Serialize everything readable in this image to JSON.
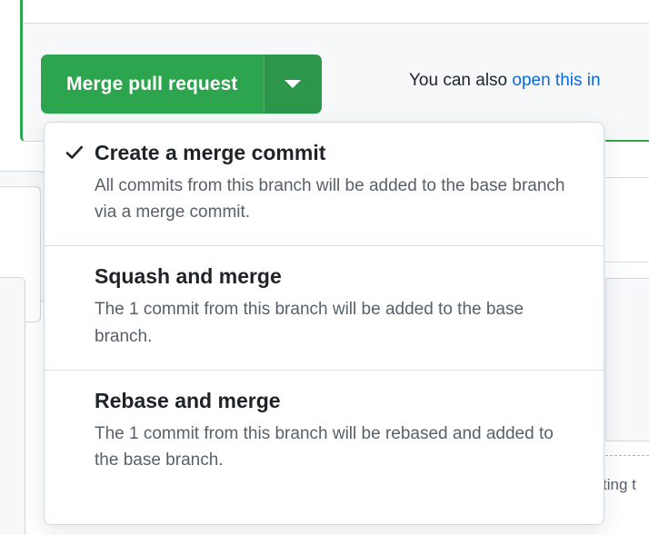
{
  "merge_button": {
    "label": "Merge pull request",
    "caret_icon": "chevron-down-icon",
    "color": "#2da44e",
    "caret_color": "#2c974b"
  },
  "side_note": {
    "prefix": "You can also ",
    "link_text": "open this in",
    "link_color": "#0969da"
  },
  "dropdown": {
    "items": [
      {
        "id": "merge-commit",
        "title": "Create a merge commit",
        "description": "All commits from this branch will be added to the base branch via a merge commit.",
        "selected": true,
        "check_icon": "check-icon"
      },
      {
        "id": "squash-merge",
        "title": "Squash and merge",
        "description": "The 1 commit from this branch will be added to the base branch.",
        "selected": false,
        "check_icon": ""
      },
      {
        "id": "rebase-merge",
        "title": "Rebase and merge",
        "description": "The 1 commit from this branch will be rebased and added to the base branch.",
        "selected": false,
        "check_icon": ""
      }
    ]
  },
  "background": {
    "partial_text_right": "ting t",
    "green_accent": "#2da44e",
    "border_color": "#d0d7de",
    "surface_color": "#f6f8fa"
  }
}
